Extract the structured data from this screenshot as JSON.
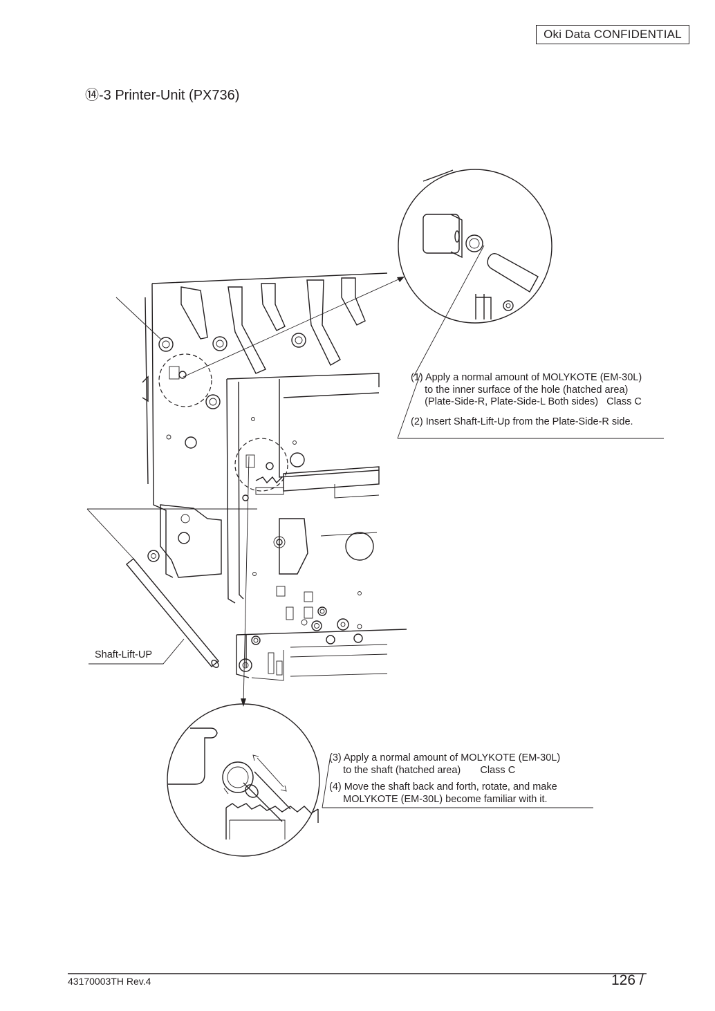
{
  "header": {
    "confidential_label": "Oki Data CONFIDENTIAL"
  },
  "section": {
    "title": "⑭-3 Printer-Unit (PX736)"
  },
  "notes_upper": [
    "(1) Apply a normal amount of MOLYKOTE (EM-30L)",
    "     to the inner surface of the hole (hatched area)",
    "     (Plate-Side-R, Plate-Side-L Both sides)   Class C",
    "(2) Insert Shaft-Lift-Up from the Plate-Side-R side."
  ],
  "notes_lower": [
    "(3) Apply a normal amount of MOLYKOTE (EM-30L)",
    "     to the shaft (hatched area)       Class C",
    "(4) Move the shaft back and forth, rotate, and make",
    "     MOLYKOTE (EM-30L) become familiar with it."
  ],
  "part_label": "Shaft-Lift-UP",
  "footer": {
    "doc_id": "43170003TH  Rev.4",
    "page": "126 /"
  }
}
